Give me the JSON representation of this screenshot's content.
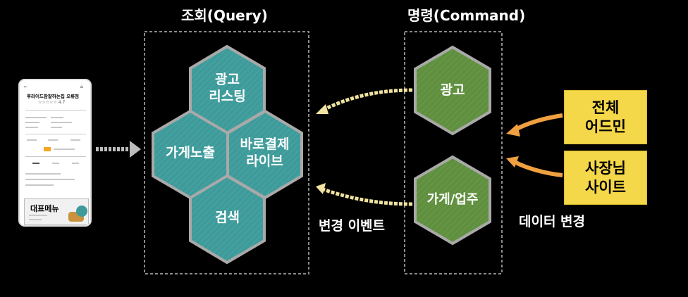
{
  "query_title": "조회(Query)",
  "command_title": "명령(Command)",
  "query_hexes": [
    {
      "line1": "광고",
      "line2": "리스팅"
    },
    {
      "line1": "가게노출",
      "line2": ""
    },
    {
      "line1": "바로결제",
      "line2": "라이브"
    },
    {
      "line1": "검색",
      "line2": ""
    }
  ],
  "command_hexes": [
    {
      "line1": "광고"
    },
    {
      "line1": "가게/업주"
    }
  ],
  "change_event_label": "변경 이벤트",
  "data_change_label": "데이터 변경",
  "sources": [
    {
      "line1": "전체",
      "line2": "어드민"
    },
    {
      "line1": "사장님",
      "line2": "사이트"
    }
  ],
  "phone": {
    "store_name": "후라이드참잘하는집 오류점",
    "rating": "☆☆☆☆☆ 4.7",
    "menu_label": "대표메뉴"
  },
  "colors": {
    "query_hex": "#3f9a9a",
    "command_hex": "#5f8f3f",
    "sticky": "#f5d84a",
    "arrow_command": "#f0e3a0",
    "arrow_source": "#f0a040"
  }
}
